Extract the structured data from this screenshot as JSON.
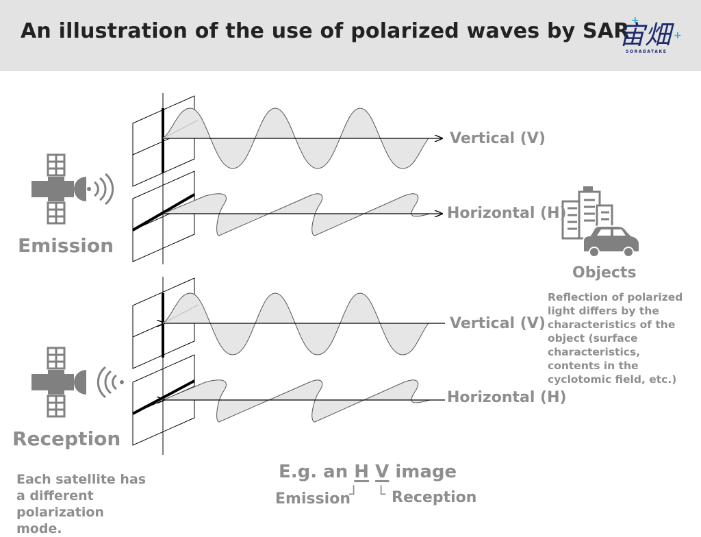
{
  "header": {
    "title": "An illustration of the use of polarized waves by SAR",
    "logo_mark": "宙畑",
    "logo_text": "SORABATAKE"
  },
  "emission": {
    "label": "Emission",
    "wave_v_label": "Vertical (V)",
    "wave_h_label": "Horizontal (H)"
  },
  "reception": {
    "label": "Reception",
    "wave_v_label": "Vertical (V)",
    "wave_h_label": "Horizontal (H)"
  },
  "objects": {
    "title": "Objects",
    "description": "Reflection of polarized light differs by the characteristics of the object (surface characteristics, contents in the cyclotomic field, etc.)"
  },
  "note": "Each satellite has a different polarization mode.",
  "example": {
    "prefix": "E.g. an",
    "first_letter": "H",
    "second_letter": "V",
    "suffix": "image",
    "first_caption": "Emission",
    "second_caption": "Reception"
  },
  "colors": {
    "header_bg": "#e3e3e3",
    "label_gray": "#8e8e8e",
    "icon_gray": "#808080",
    "wave_fill": "#e6e6e6",
    "logo_blue": "#1c2a6e",
    "logo_cyan": "#1bb3d6"
  }
}
